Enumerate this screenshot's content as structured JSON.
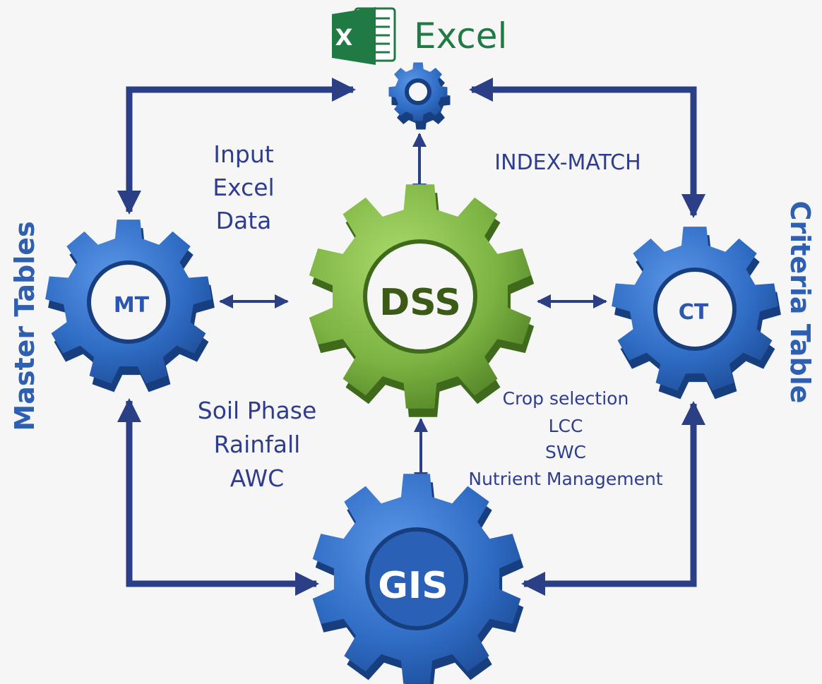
{
  "logo": {
    "app_name": "Excel",
    "icon_letter": "X",
    "color": "#1f7a44"
  },
  "gears": {
    "center": {
      "label": "DSS",
      "color": "#7cb342"
    },
    "left": {
      "label": "MT",
      "color": "#2f6cc4"
    },
    "right": {
      "label": "CT",
      "color": "#2f6cc4"
    },
    "bottom": {
      "label": "GIS",
      "color": "#2f6cc4"
    },
    "top_icon": {
      "color": "#2f6cc4"
    }
  },
  "labels": {
    "input_excel_data": [
      "Input",
      "Excel",
      "Data"
    ],
    "index_match": "INDEX-MATCH",
    "soil_inputs": [
      "Soil Phase",
      "Rainfall",
      "AWC"
    ],
    "outputs": [
      "Crop selection",
      "LCC",
      "SWC",
      "Nutrient Management"
    ],
    "side_left": "Master Tables",
    "side_right": "Criteria Table"
  },
  "colors": {
    "arrow": "#2b3f86",
    "text": "#2f3d8f",
    "side_text": "#2f5fb0"
  }
}
